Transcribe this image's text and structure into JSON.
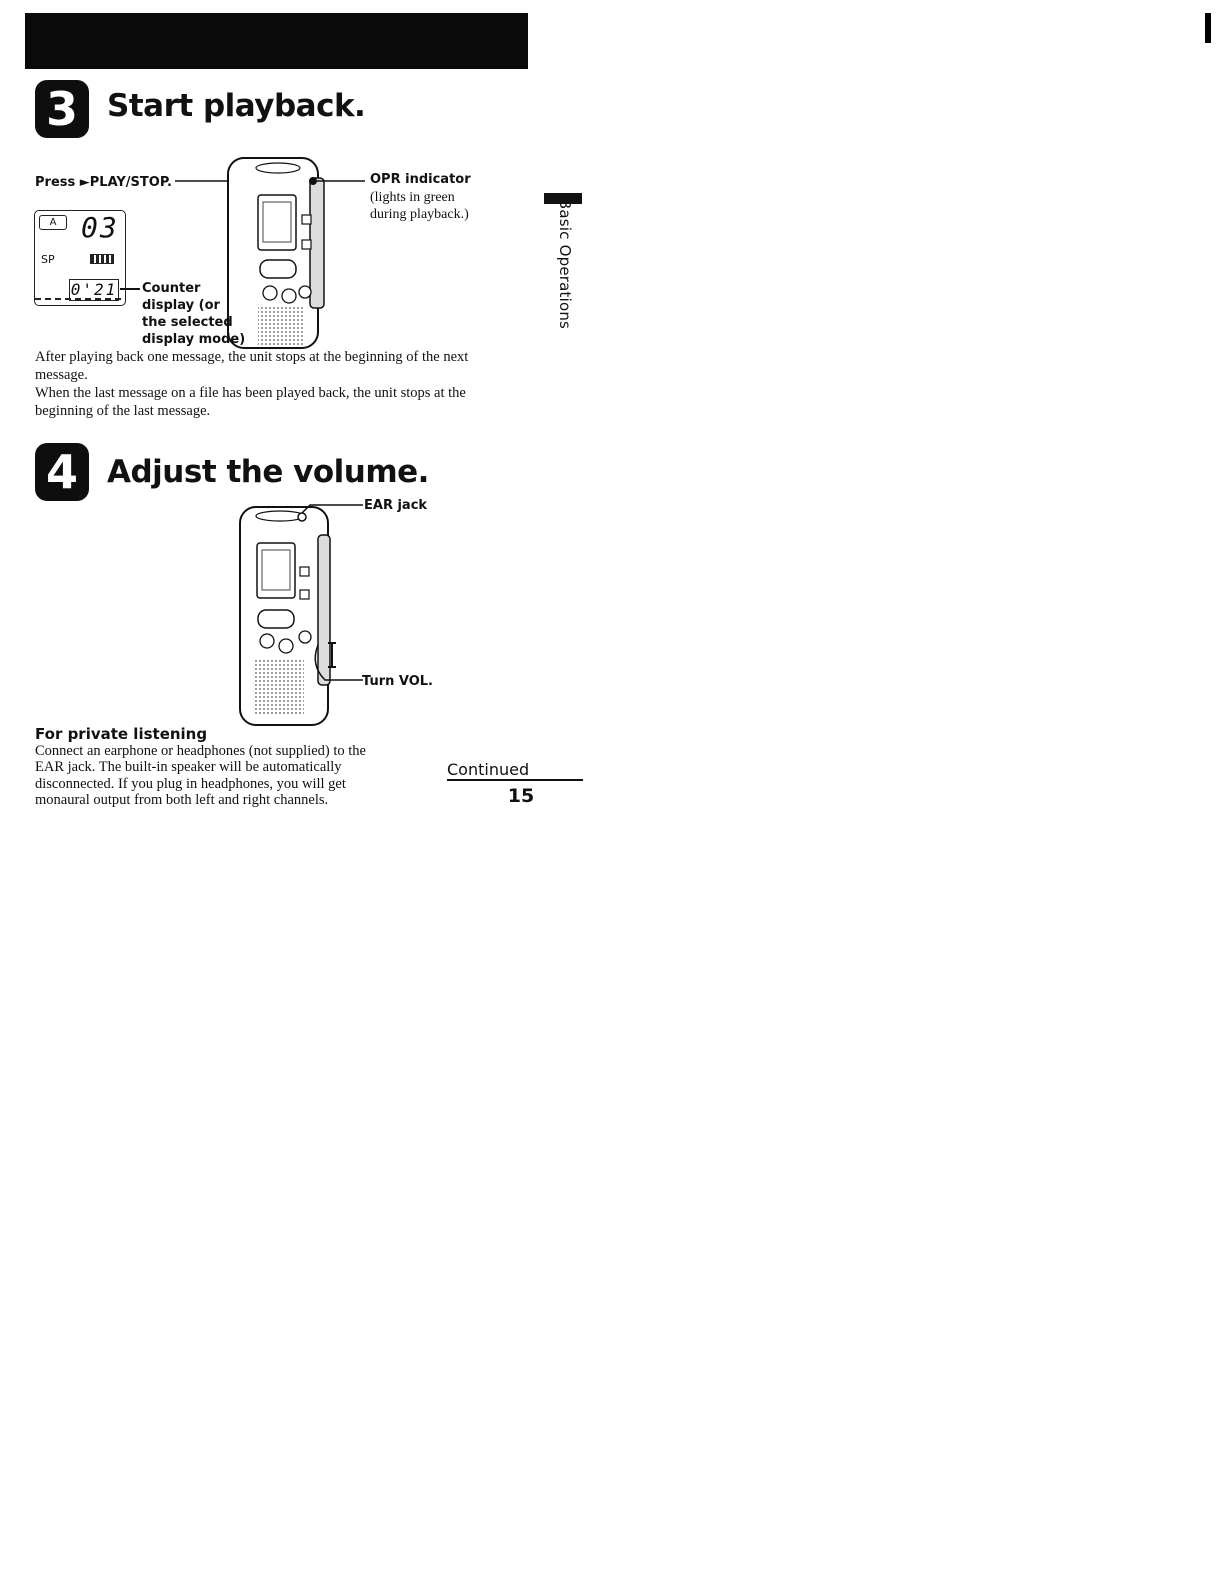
{
  "step3": {
    "number": "3",
    "heading": "Start playback.",
    "press_label": "Press ►PLAY/STOP.",
    "opr_label": "OPR indicator",
    "opr_note_line1": "(lights in green",
    "opr_note_line2": "during playback.)",
    "counter_line1": "Counter",
    "counter_line2": "display (or",
    "counter_line3": "the selected",
    "counter_line4": "display mode)",
    "lcd": {
      "folder": "A",
      "message_number": "03",
      "mode": "SP",
      "counter": "0'21"
    },
    "para1_line1": "After playing back one message, the unit stops at the beginning of the next",
    "para1_line2": "message.",
    "para2_line1": "When the last message on a file has been played back, the unit stops at the",
    "para2_line2": "beginning of the last message."
  },
  "step4": {
    "number": "4",
    "heading": "Adjust the volume.",
    "ear_label": "EAR jack",
    "vol_label": "Turn VOL.",
    "private_heading": "For private listening",
    "private_line1": "Connect an earphone or headphones (not supplied) to the",
    "private_line2": "EAR jack. The built-in speaker will be automatically",
    "private_line3": "disconnected. If you plug in headphones, you will get",
    "private_line4": "monaural output from both left and right channels."
  },
  "side_tab": "Basic Operations",
  "footer": {
    "continued": "Continued",
    "page_number": "15"
  }
}
